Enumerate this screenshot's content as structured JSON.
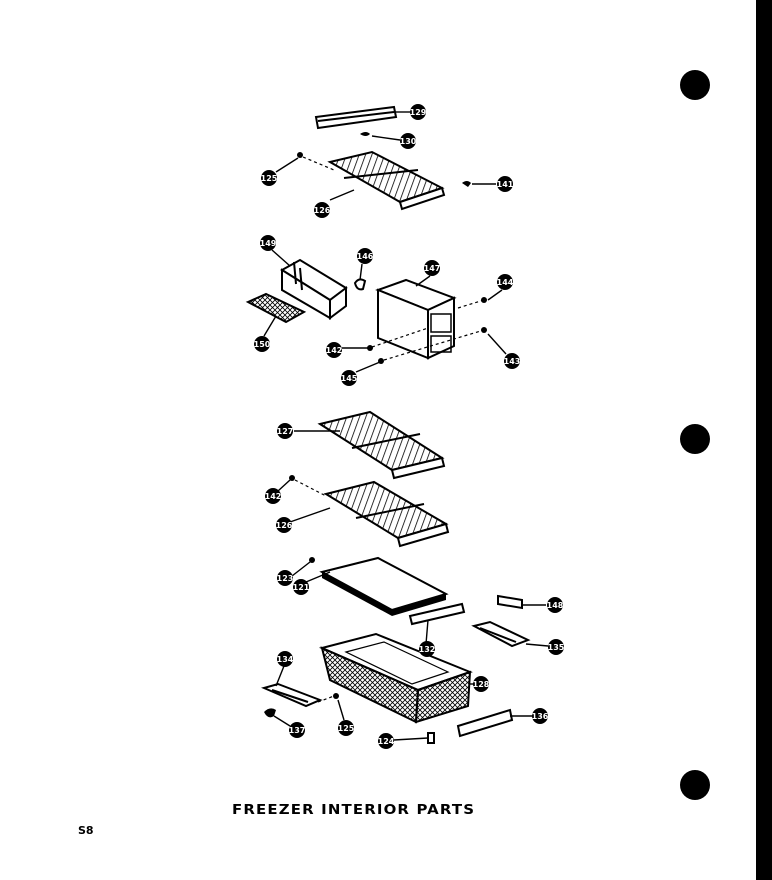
{
  "title": "FREEZER INTERIOR PARTS",
  "page_number": "S8",
  "callouts": [
    {
      "id": "c129a",
      "label": "129"
    },
    {
      "id": "c130",
      "label": "130"
    },
    {
      "id": "c125a",
      "label": "125"
    },
    {
      "id": "c141",
      "label": "141"
    },
    {
      "id": "c126a",
      "label": "126"
    },
    {
      "id": "c149",
      "label": "149"
    },
    {
      "id": "c146",
      "label": "146"
    },
    {
      "id": "c147",
      "label": "147"
    },
    {
      "id": "c144",
      "label": "144"
    },
    {
      "id": "c150",
      "label": "150"
    },
    {
      "id": "c142a",
      "label": "142"
    },
    {
      "id": "c143",
      "label": "143"
    },
    {
      "id": "c145",
      "label": "145"
    },
    {
      "id": "c127",
      "label": "127"
    },
    {
      "id": "c142b",
      "label": "142"
    },
    {
      "id": "c126b",
      "label": "126"
    },
    {
      "id": "c123",
      "label": "123"
    },
    {
      "id": "c121",
      "label": "121"
    },
    {
      "id": "c148",
      "label": "148"
    },
    {
      "id": "c132",
      "label": "132"
    },
    {
      "id": "c135",
      "label": "135"
    },
    {
      "id": "c134",
      "label": "134"
    },
    {
      "id": "c128",
      "label": "128"
    },
    {
      "id": "c137",
      "label": "137"
    },
    {
      "id": "c125b",
      "label": "125"
    },
    {
      "id": "c136",
      "label": "136"
    },
    {
      "id": "c124",
      "label": "124"
    }
  ]
}
